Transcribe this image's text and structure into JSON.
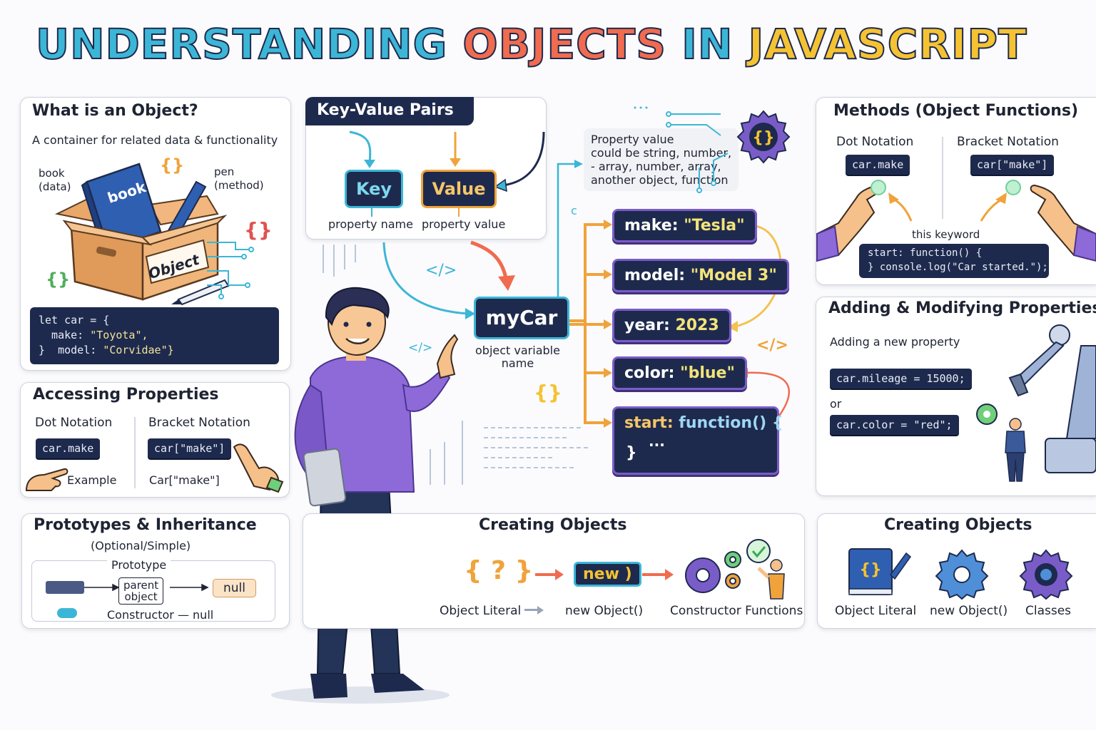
{
  "title": {
    "part1": "UNDERSTANDING",
    "part2": "OBJECTS",
    "part3": "IN",
    "part4": "JAVASCRIPT"
  },
  "what_is_object": {
    "title": "What is an Object?",
    "subtitle": "A container for related data & functionality",
    "book_label": "book\n(data)",
    "pen_label": "pen\n(method)",
    "book_text": "book",
    "box_text": "Object",
    "code_line1": "let car = {",
    "code_line2": "  make: ",
    "code_line2_val": "\"Toyota\",",
    "code_line3": "}  model: ",
    "code_line3_val": "\"Corvidae\"}"
  },
  "key_value": {
    "title": "Key-Value Pairs",
    "key": "Key",
    "value": "Value",
    "key_caption": "property name",
    "value_caption": "property value"
  },
  "callout": "Property value\ncould be string, number,\n- array, number, array,\nanother object, function",
  "center": {
    "object_name": "myCar",
    "object_caption": "object variable\nname",
    "props": [
      {
        "key": "make:",
        "value": "\"Tesla\""
      },
      {
        "key": "model:",
        "value": "\"Model 3\""
      },
      {
        "key": "year:",
        "value": "2023"
      },
      {
        "key": "color:",
        "value": "\"blue\""
      }
    ],
    "method_key": "start:",
    "method_value": "function() {",
    "method_dots": "...",
    "method_close": "}"
  },
  "methods": {
    "title": "Methods (Object Functions)",
    "dot_label": "Dot Notation",
    "bracket_label": "Bracket Notation",
    "dot_code": "car.make",
    "bracket_code": "car[\"make\"]",
    "this_label": "this keyword",
    "code_line1": "start: function() {",
    "code_line2": "} console.log(\"Car started.\");"
  },
  "adding": {
    "title": "Adding & Modifying Properties",
    "subtitle": "Adding a new property",
    "code1": "car.mileage = 15000;",
    "or": "or",
    "code2": "car.color = \"red\";"
  },
  "accessing": {
    "title": "Accessing Properties",
    "dot_label": "Dot Notation",
    "bracket_label": "Bracket Notation",
    "dot_code": "car.make",
    "bracket_code": "car[\"make\"]",
    "example": "Example",
    "bracket_example": "Car[\"make\"]"
  },
  "prototypes": {
    "title": "Prototypes & Inheritance",
    "subtitle": "(Optional/Simple)",
    "prototype_label": "Prototype",
    "parent": "parent\nobject",
    "null1": "null",
    "constructor": "Constructor — null"
  },
  "creating_mid": {
    "title": "Creating Objects",
    "braces": "{ ? }",
    "new_label": "new )",
    "literal": "Object Literal",
    "new_obj": "new Object()",
    "constructor": "Constructor Functions"
  },
  "creating_right": {
    "title": "Creating Objects",
    "literal": "Object Literal",
    "new_obj": "new Object()",
    "classes": "Classes"
  },
  "deco": {
    "tag": "</>",
    "braces": "{}",
    "c": "c"
  },
  "colors": {
    "navy": "#1e2a4d",
    "purple": "#7a5cc9",
    "orange": "#f0a33b",
    "teal": "#3cb6d6",
    "yellow": "#f3e37a"
  }
}
